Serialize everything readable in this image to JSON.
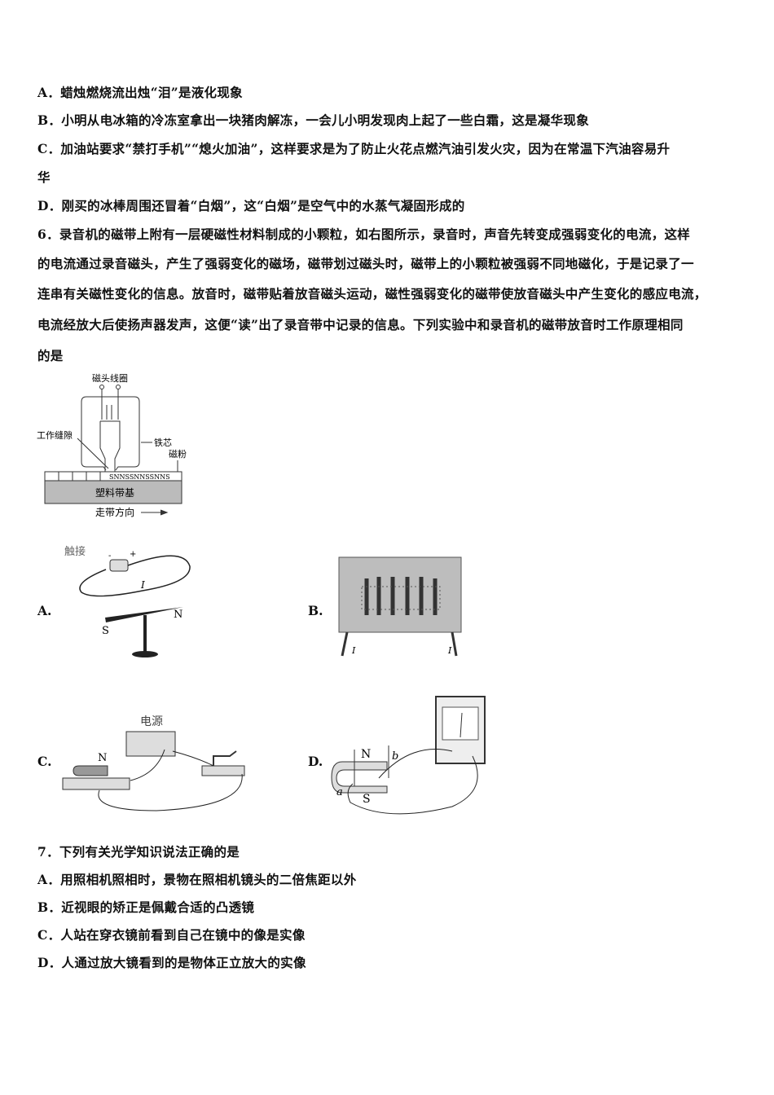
{
  "q5": {
    "options": [
      "A．蜡烛燃烧流出烛“泪”是液化现象",
      "B．小明从电冰箱的冷冻室拿出一块猪肉解冻，一会儿小明发现肉上起了一些白霜，这是凝华现象",
      "C．加油站要求“禁打手机”“熄火加油”，这样要求是为了防止火花点燃汽油引发火灾，因为在常温下汽油容易升",
      "华",
      "D．刚买的冰棒周围还冒着“白烟”，这“白烟”是空气中的水蒸气凝固形成的"
    ]
  },
  "q6": {
    "stem": [
      "6．录音机的磁带上附有一层硬磁性材料制成的小颗粒，如右图所示，录音时，声音先转变成强弱变化的电流，这样",
      "的电流通过录音磁头，产生了强弱变化的磁场，磁带划过磁头时，磁带上的小颗粒被强弱不同地磁化，于是记录了一",
      "连串有关磁性变化的信息。放音时，磁带贴着放音磁头运动，磁性强弱变化的磁带使放音磁头中产生变化的感应电流，",
      "电流经放大后使扬声器发声，这便“读”出了录音带中记录的信息。下列实验中和录音机的磁带放音时工作原理相同",
      "的是"
    ],
    "figure": {
      "coil": "磁头线圈",
      "gap": "工作缝隙",
      "core": "铁芯",
      "powder": "磁粉",
      "base": "塑料带基",
      "direction": "走带方向",
      "poles": "SNNSSNNSSNNS"
    },
    "options": [
      {
        "label": "A.",
        "texts": {
          "touch": "触接",
          "minus": "-",
          "plus": "+",
          "current": "I",
          "s": "S",
          "n": "N"
        }
      },
      {
        "label": "B.",
        "texts": {
          "i1": "I",
          "i2": "I"
        }
      },
      {
        "label": "C.",
        "texts": {
          "power": "电源",
          "n": "N"
        }
      },
      {
        "label": "D.",
        "texts": {
          "n": "N",
          "s": "S",
          "a": "a",
          "b": "b"
        }
      }
    ]
  },
  "q7": {
    "lines": [
      "7．下列有关光学知识说法正确的是",
      "A．用照相机照相时，景物在照相机镜头的二倍焦距以外",
      "B．近视眼的矫正是佩戴合适的凸透镜",
      "C．人站在穿衣镜前看到自己在镜中的像是实像",
      "D．人通过放大镜看到的是物体正立放大的实像"
    ]
  }
}
